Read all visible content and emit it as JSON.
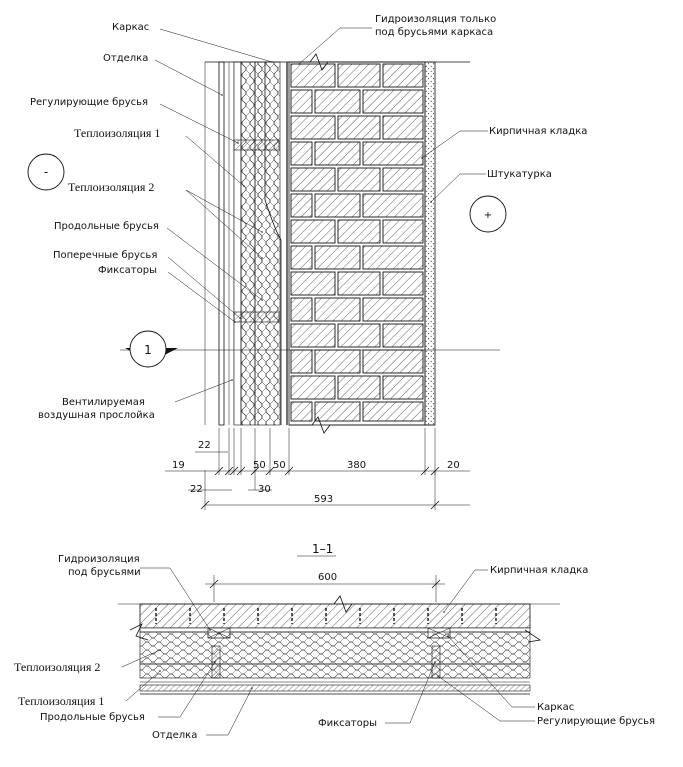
{
  "section_view": {
    "labels": {
      "karkas": "Каркас",
      "otdelka": "Отделка",
      "reg_brusya": "Регулирующие брусья",
      "teplo1": "Теплоизоляция 1",
      "teplo2": "Теплоизоляция 2",
      "prod_brusya": "Продольные брусья",
      "poper_brusya": "Поперечные брусья",
      "fiksatory": "Фиксаторы",
      "vent_line1": "Вентилируемая",
      "vent_line2": "воздушная прослойка",
      "gidro_line1": "Гидроизоляция только",
      "gidro_line2": "под брусьями каркаса",
      "kirpich": "Кирпичная кладка",
      "shtukaturka": "Штукатурка"
    },
    "signs": {
      "minus": "-",
      "plus": "+"
    },
    "section_marker": "1",
    "dimensions": {
      "d22_top": "22",
      "d19": "19",
      "d22_bottom": "22",
      "d50a": "50",
      "d50b": "50",
      "d30": "30",
      "d380": "380",
      "d20": "20",
      "d593": "593"
    }
  },
  "plan_view": {
    "title": "1–1",
    "dimension": "600",
    "labels": {
      "gidro_line1": "Гидроизоляция",
      "gidro_line2": "под брусьями",
      "kirpich": "Кирпичная кладка",
      "teplo2": "Теплоизоляция 2",
      "teplo1": "Теплоизоляция 1",
      "prod_brusya": "Продольные брусья",
      "otdelka": "Отделка",
      "fiksatory": "Фиксаторы",
      "karkas": "Каркас",
      "reg_brusya": "Регулирующие брусья"
    }
  }
}
